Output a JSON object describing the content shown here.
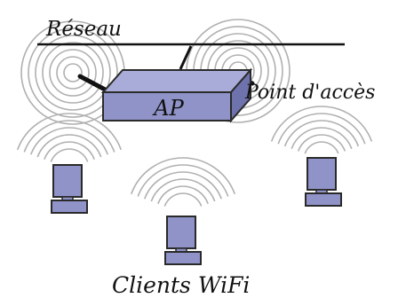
{
  "labels": {
    "network": "Réseau",
    "access_point": "Point d'accès",
    "ap_box": "AP",
    "clients": "Clients WiFi"
  },
  "colors": {
    "device_fill": "#8f93c8",
    "device_stroke": "#2a2a2a",
    "wave": "#b0b0b0",
    "line": "#111111"
  },
  "nodes": [
    {
      "id": "ap",
      "type": "access-point",
      "icon": "access-point-icon"
    },
    {
      "id": "client-left",
      "type": "computer",
      "icon": "computer-icon"
    },
    {
      "id": "client-center",
      "type": "computer",
      "icon": "computer-icon"
    },
    {
      "id": "client-right",
      "type": "computer",
      "icon": "computer-icon"
    }
  ],
  "edges": [
    {
      "from": "ap",
      "to": "network",
      "type": "wired"
    },
    {
      "from": "ap",
      "to": "client-left",
      "type": "wireless"
    },
    {
      "from": "ap",
      "to": "client-center",
      "type": "wireless"
    },
    {
      "from": "ap",
      "to": "client-right",
      "type": "wireless"
    }
  ]
}
